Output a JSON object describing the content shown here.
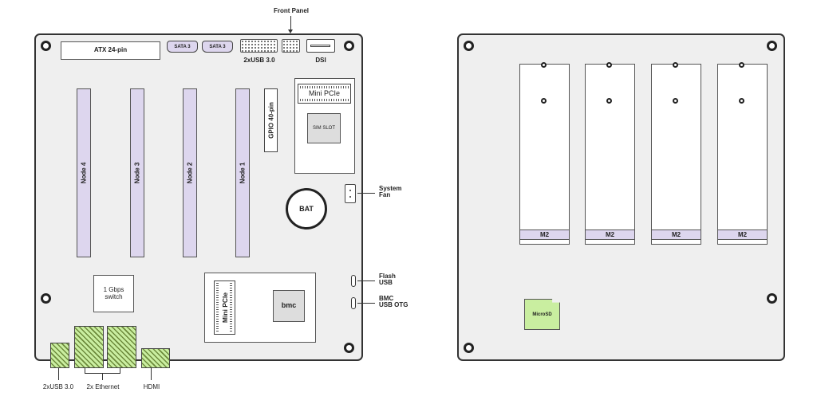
{
  "left_board": {
    "atx_label": "ATX 24-pin",
    "sata": [
      "SATA 3",
      "SATA 3"
    ],
    "front_panel_label": "Front Panel",
    "usb_header_label": "2xUSB 3.0",
    "dsi_label": "DSI",
    "nodes": [
      "Node 4",
      "Node 3",
      "Node 2",
      "Node 1"
    ],
    "gpio_label": "GPIO 40-pin",
    "mini_pcie_top_label": "Mini PCIe",
    "sim_slot_label": "SIM SLOT",
    "system_fan_label_1": "System",
    "system_fan_label_2": "Fan",
    "bat_label": "BAT",
    "switch_label_1": "1 Gbps",
    "switch_label_2": "switch",
    "mini_pcie_bottom_label": "Mini PCIe",
    "bmc_label": "bmc",
    "flash_usb_label_1": "Flash",
    "flash_usb_label_2": "USB",
    "bmc_otg_label_1": "BMC",
    "bmc_otg_label_2": "USB OTG",
    "usb3_port_label": "2xUSB 3.0",
    "ethernet_label": "2x Ethernet",
    "hdmi_label": "HDMI"
  },
  "right_board": {
    "m2_labels": [
      "M2",
      "M2",
      "M2",
      "M2"
    ],
    "microsd_label": "MicroSD"
  },
  "colors": {
    "slot_purple": "#ddd6ee",
    "port_green": "#c9eea0",
    "board_gray": "#efefef"
  }
}
